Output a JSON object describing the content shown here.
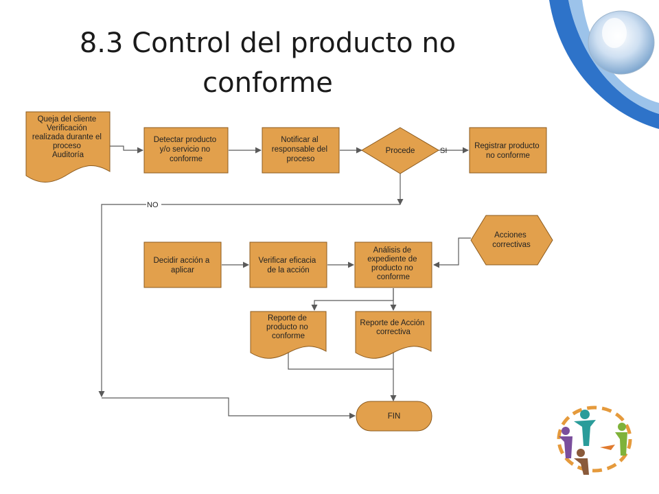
{
  "slide": {
    "title_line1": "8.3 Control del producto no",
    "title_line2": "conforme"
  },
  "colors": {
    "node_fill": "#E2A04C",
    "node_stroke": "#8B5A1E",
    "connector": "#5a5a5a",
    "corner_swoosh": "#2E73C9"
  },
  "nodes": [
    {
      "id": "queja",
      "shape": "document",
      "lines": [
        "Queja del cliente",
        "Verificación",
        "realizada durante el",
        "proceso",
        "Auditoría"
      ]
    },
    {
      "id": "detectar",
      "shape": "process",
      "lines": [
        "Detectar producto",
        "y/o servicio no",
        "conforme"
      ]
    },
    {
      "id": "notificar",
      "shape": "process",
      "lines": [
        "Notificar al",
        "responsable del",
        "proceso"
      ]
    },
    {
      "id": "procede",
      "shape": "decision",
      "lines": [
        "Procede"
      ]
    },
    {
      "id": "registrar",
      "shape": "process",
      "lines": [
        "Registrar producto",
        "no conforme"
      ]
    },
    {
      "id": "acciones",
      "shape": "preparation",
      "lines": [
        "Acciones",
        "correctivas"
      ]
    },
    {
      "id": "decidir",
      "shape": "process",
      "lines": [
        "Decidir acción a",
        "aplicar"
      ]
    },
    {
      "id": "verificar",
      "shape": "process",
      "lines": [
        "Verificar eficacia",
        "de la acción"
      ]
    },
    {
      "id": "analisis",
      "shape": "process",
      "lines": [
        "Análisis de",
        "expediente de",
        "producto no",
        "conforme"
      ]
    },
    {
      "id": "reporte-pnc",
      "shape": "document",
      "lines": [
        "Reporte de",
        "producto no",
        "conforme"
      ]
    },
    {
      "id": "reporte-ac",
      "shape": "document",
      "lines": [
        "Reporte de Acción",
        "correctiva"
      ]
    },
    {
      "id": "fin",
      "shape": "terminator",
      "lines": [
        "FIN"
      ]
    }
  ],
  "edge_labels": {
    "si": "SI",
    "no": "NO"
  },
  "decoration": {
    "corner_icon": "blue-orb-swoosh-icon",
    "people_icon": "people-circle-teamwork-icon"
  }
}
